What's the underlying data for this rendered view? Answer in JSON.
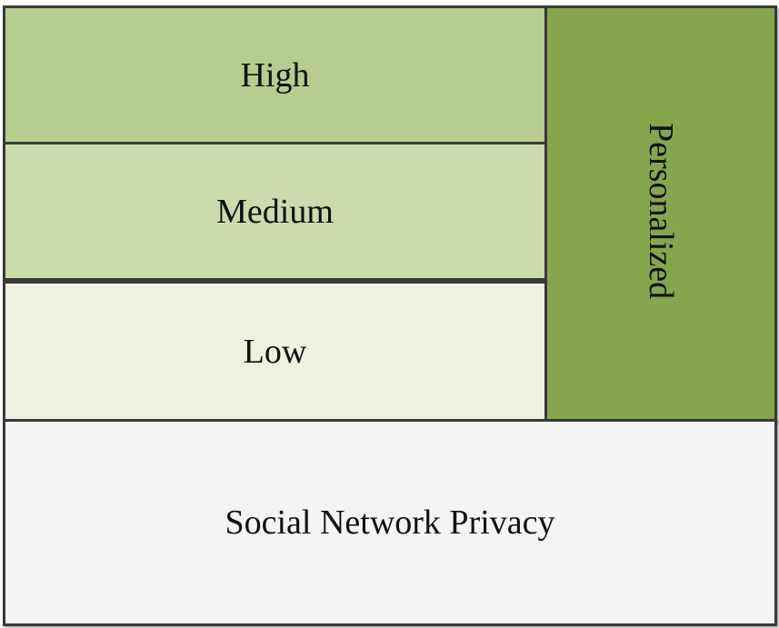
{
  "levels": [
    {
      "label": "High",
      "color": "#b6cd8f"
    },
    {
      "label": "Medium",
      "color": "#cbdbad"
    },
    {
      "label": "Low",
      "color": "#eff0e2"
    }
  ],
  "side": {
    "label": "Personalized",
    "color": "#85a64c"
  },
  "base": {
    "label": "Social Network Privacy",
    "color": "#f4f4f4"
  }
}
